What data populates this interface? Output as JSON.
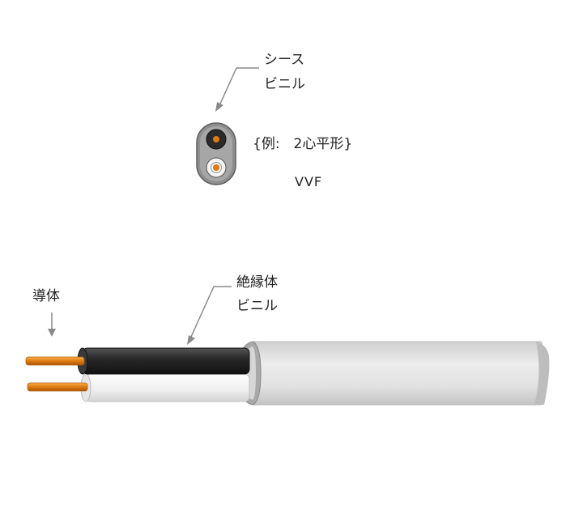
{
  "callouts": {
    "sheath_line1": "シース",
    "sheath_line2": "ビニル",
    "insulator_line1": "絶縁体",
    "insulator_line2": "ビニル",
    "conductor": "導体"
  },
  "cross_section": {
    "example": "{例:　2心平形}",
    "type": "VVF"
  },
  "colors": {
    "sheath": "#d9d9d9",
    "core_black": "#2b2b2b",
    "core_white": "#f2f2f2",
    "conductor": "#e07a10",
    "leader": "#8a8a8a"
  }
}
